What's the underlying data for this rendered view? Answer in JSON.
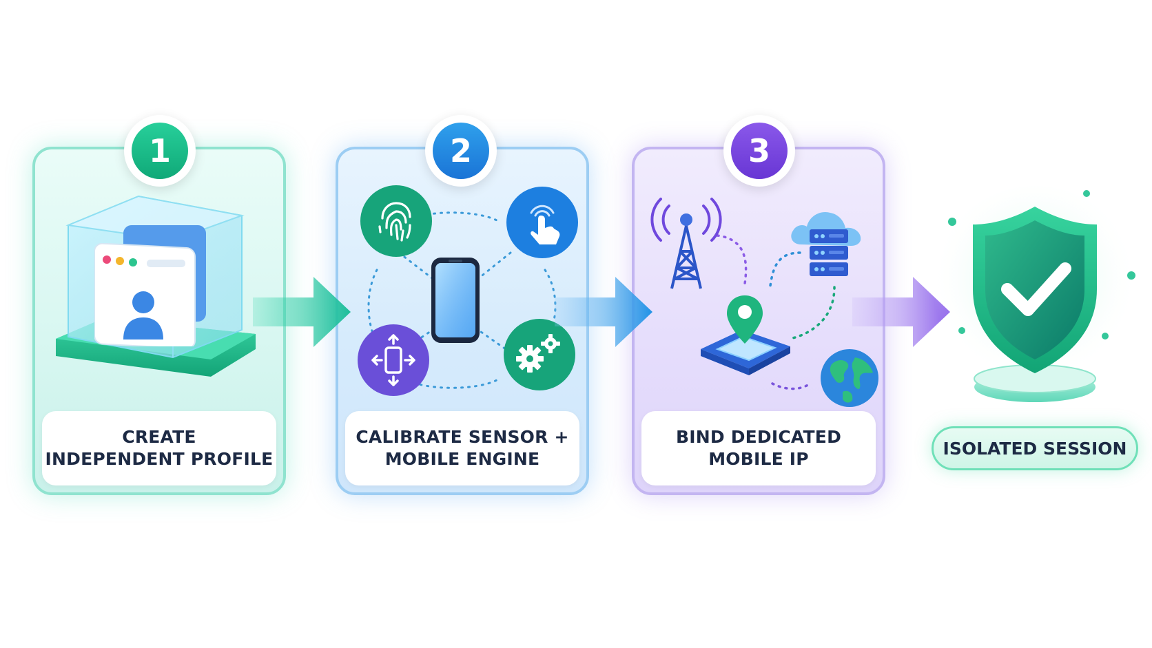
{
  "steps": [
    {
      "number": "1",
      "label": "CREATE\nINDEPENDENT PROFILE",
      "accent": "#14b884"
    },
    {
      "number": "2",
      "label": "CALIBRATE SENSOR +\nMOBILE ENGINE",
      "accent": "#1f86e0"
    },
    {
      "number": "3",
      "label": "BIND DEDICATED\nMOBILE IP",
      "accent": "#7443df"
    }
  ],
  "result": {
    "label": "ISOLATED SESSION",
    "accent": "#16b07e"
  },
  "icons": {
    "step1": [
      "glass-box-icon",
      "browser-window-icon",
      "user-avatar-icon"
    ],
    "step2": [
      "smartphone-icon",
      "fingerprint-icon",
      "touch-hand-icon",
      "motion-sensor-icon",
      "gears-icon"
    ],
    "step3": [
      "cell-tower-icon",
      "cloud-server-icon",
      "location-pin-icon",
      "globe-icon"
    ],
    "result": [
      "shield-check-icon"
    ],
    "connectors": [
      "arrow-right-icon"
    ]
  }
}
